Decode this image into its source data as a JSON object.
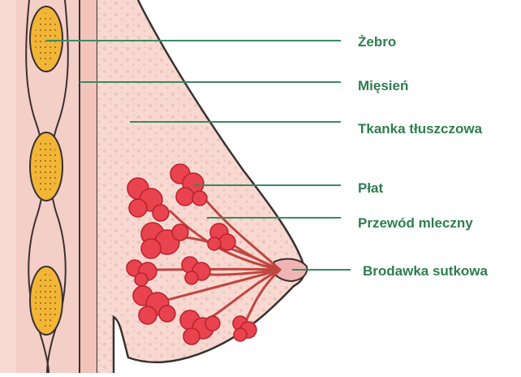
{
  "labels": {
    "rib": "Żebro",
    "muscle": "Mięsień",
    "fat": "Tkanka tłuszczowa",
    "lobe": "Płat",
    "duct": "Przewód mleczny",
    "nipple": "Brodawka sutkowa"
  },
  "colors": {
    "label_text": "#2e7d4f",
    "leader_line": "#3a8a62",
    "skin": "#f7d9d2",
    "muscle": "#f2c4bb",
    "rib": "#f2b535",
    "lobe": "#e8434f",
    "outline": "#3a3030"
  }
}
